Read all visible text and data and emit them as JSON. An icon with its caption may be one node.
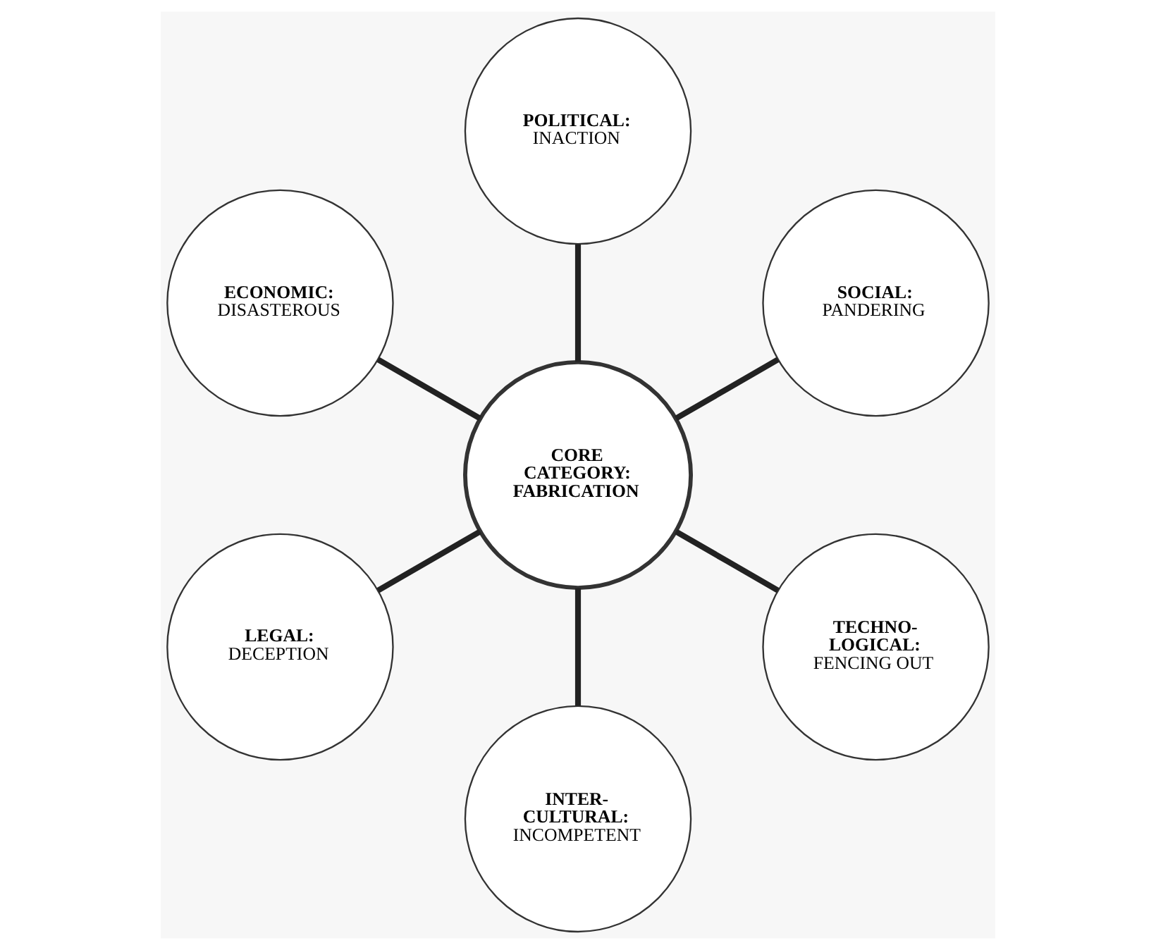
{
  "diagram": {
    "nodes": [
      {
        "text": [
          "CORE CATEGORY: FABRICATION"
        ]
      },
      {
        "text": [
          "SOCIAL:",
          "PANDERING"
        ]
      },
      {
        "text": [
          "POLITICAL:",
          "INACTION"
        ]
      },
      {
        "text": [
          "ECONOMIC:",
          "DISASTEROUS"
        ]
      },
      {
        "text": [
          "LEGAL:",
          "DECEPTION"
        ]
      },
      {
        "text": [
          "INTER- CULTURAL:",
          "INCOMPETENT"
        ]
      },
      {
        "text": [
          "TECHNO- LOGICAL:",
          "FENCING OUT"
        ]
      }
    ],
    "edges": [
      {
        "from": 0,
        "to": 1,
        "arrow": "none"
      },
      {
        "from": 0,
        "to": 2,
        "arrow": "none"
      },
      {
        "from": 0,
        "to": 3,
        "arrow": "none"
      },
      {
        "from": 0,
        "to": 4,
        "arrow": "none"
      },
      {
        "from": 0,
        "to": 5,
        "arrow": "none"
      },
      {
        "from": 0,
        "to": 6,
        "arrow": "none"
      }
    ]
  }
}
